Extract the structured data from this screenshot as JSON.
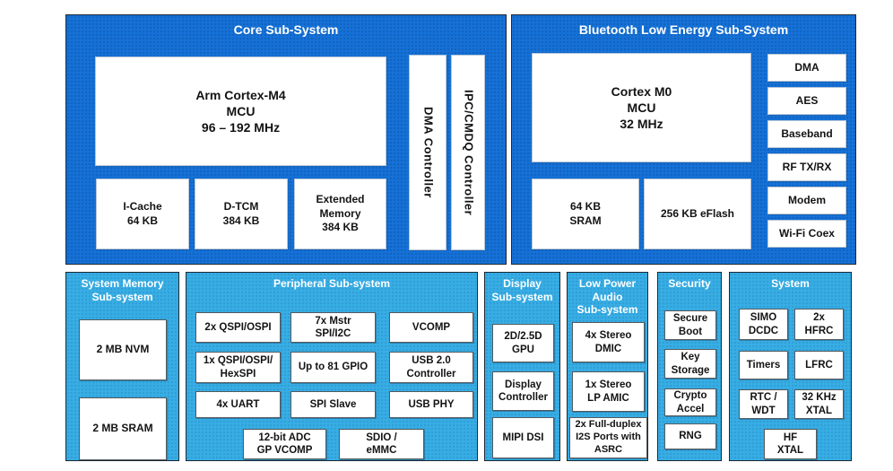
{
  "core": {
    "title": "Core Sub-System",
    "mcu": "Arm Cortex-M4\nMCU\n96 – 192 MHz",
    "icache": "I-Cache\n64 KB",
    "dtcm": "D-TCM\n384 KB",
    "extended_memory": "Extended\nMemory\n384 KB",
    "dma_controller": "DMA Controller",
    "ipc_cmdq_controller": "IPC/CMDQ Controller"
  },
  "ble": {
    "title": "Bluetooth Low Energy Sub-System",
    "mcu": "Cortex M0\nMCU\n32 MHz",
    "sram": "64 KB\nSRAM",
    "eflash": "256 KB eFlash",
    "blocks": [
      "DMA",
      "AES",
      "Baseband",
      "RF TX/RX",
      "Modem",
      "Wi-Fi Coex"
    ]
  },
  "system_memory": {
    "title": "System Memory\nSub-system",
    "blocks": [
      "2 MB NVM",
      "2 MB SRAM"
    ]
  },
  "peripheral": {
    "title": "Peripheral Sub-system",
    "blocks": [
      "2x QSPI/OSPI",
      "7x Mstr\nSPI/I2C",
      "VCOMP",
      "1x QSPI/OSPI/\nHexSPI",
      "Up to 81 GPIO",
      "USB 2.0\nController",
      "4x UART",
      "SPI Slave",
      "USB PHY",
      "12-bit ADC\nGP VCOMP",
      "SDIO /\neMMC"
    ]
  },
  "display": {
    "title": "Display\nSub-system",
    "blocks": [
      "2D/2.5D\nGPU",
      "Display\nController",
      "MIPI DSI"
    ]
  },
  "audio": {
    "title": "Low Power\nAudio\nSub-system",
    "blocks": [
      "4x Stereo\nDMIC",
      "1x Stereo\nLP AMIC",
      "2x Full-duplex\nI2S Ports with\nASRC"
    ]
  },
  "security": {
    "title": "Security",
    "blocks": [
      "Secure\nBoot",
      "Key\nStorage",
      "Crypto\nAccel",
      "RNG"
    ]
  },
  "system": {
    "title": "System",
    "blocks": [
      "SIMO\nDCDC",
      "2x\nHFRC",
      "Timers",
      "LFRC",
      "RTC /\nWDT",
      "32 KHz\nXTAL",
      "HF\nXTAL"
    ]
  },
  "colors": {
    "dark_blue": "#1571d7",
    "light_blue": "#37ade4",
    "box_fill": "#ffffff",
    "header_text": "#ffffff",
    "box_text": "#131313"
  }
}
